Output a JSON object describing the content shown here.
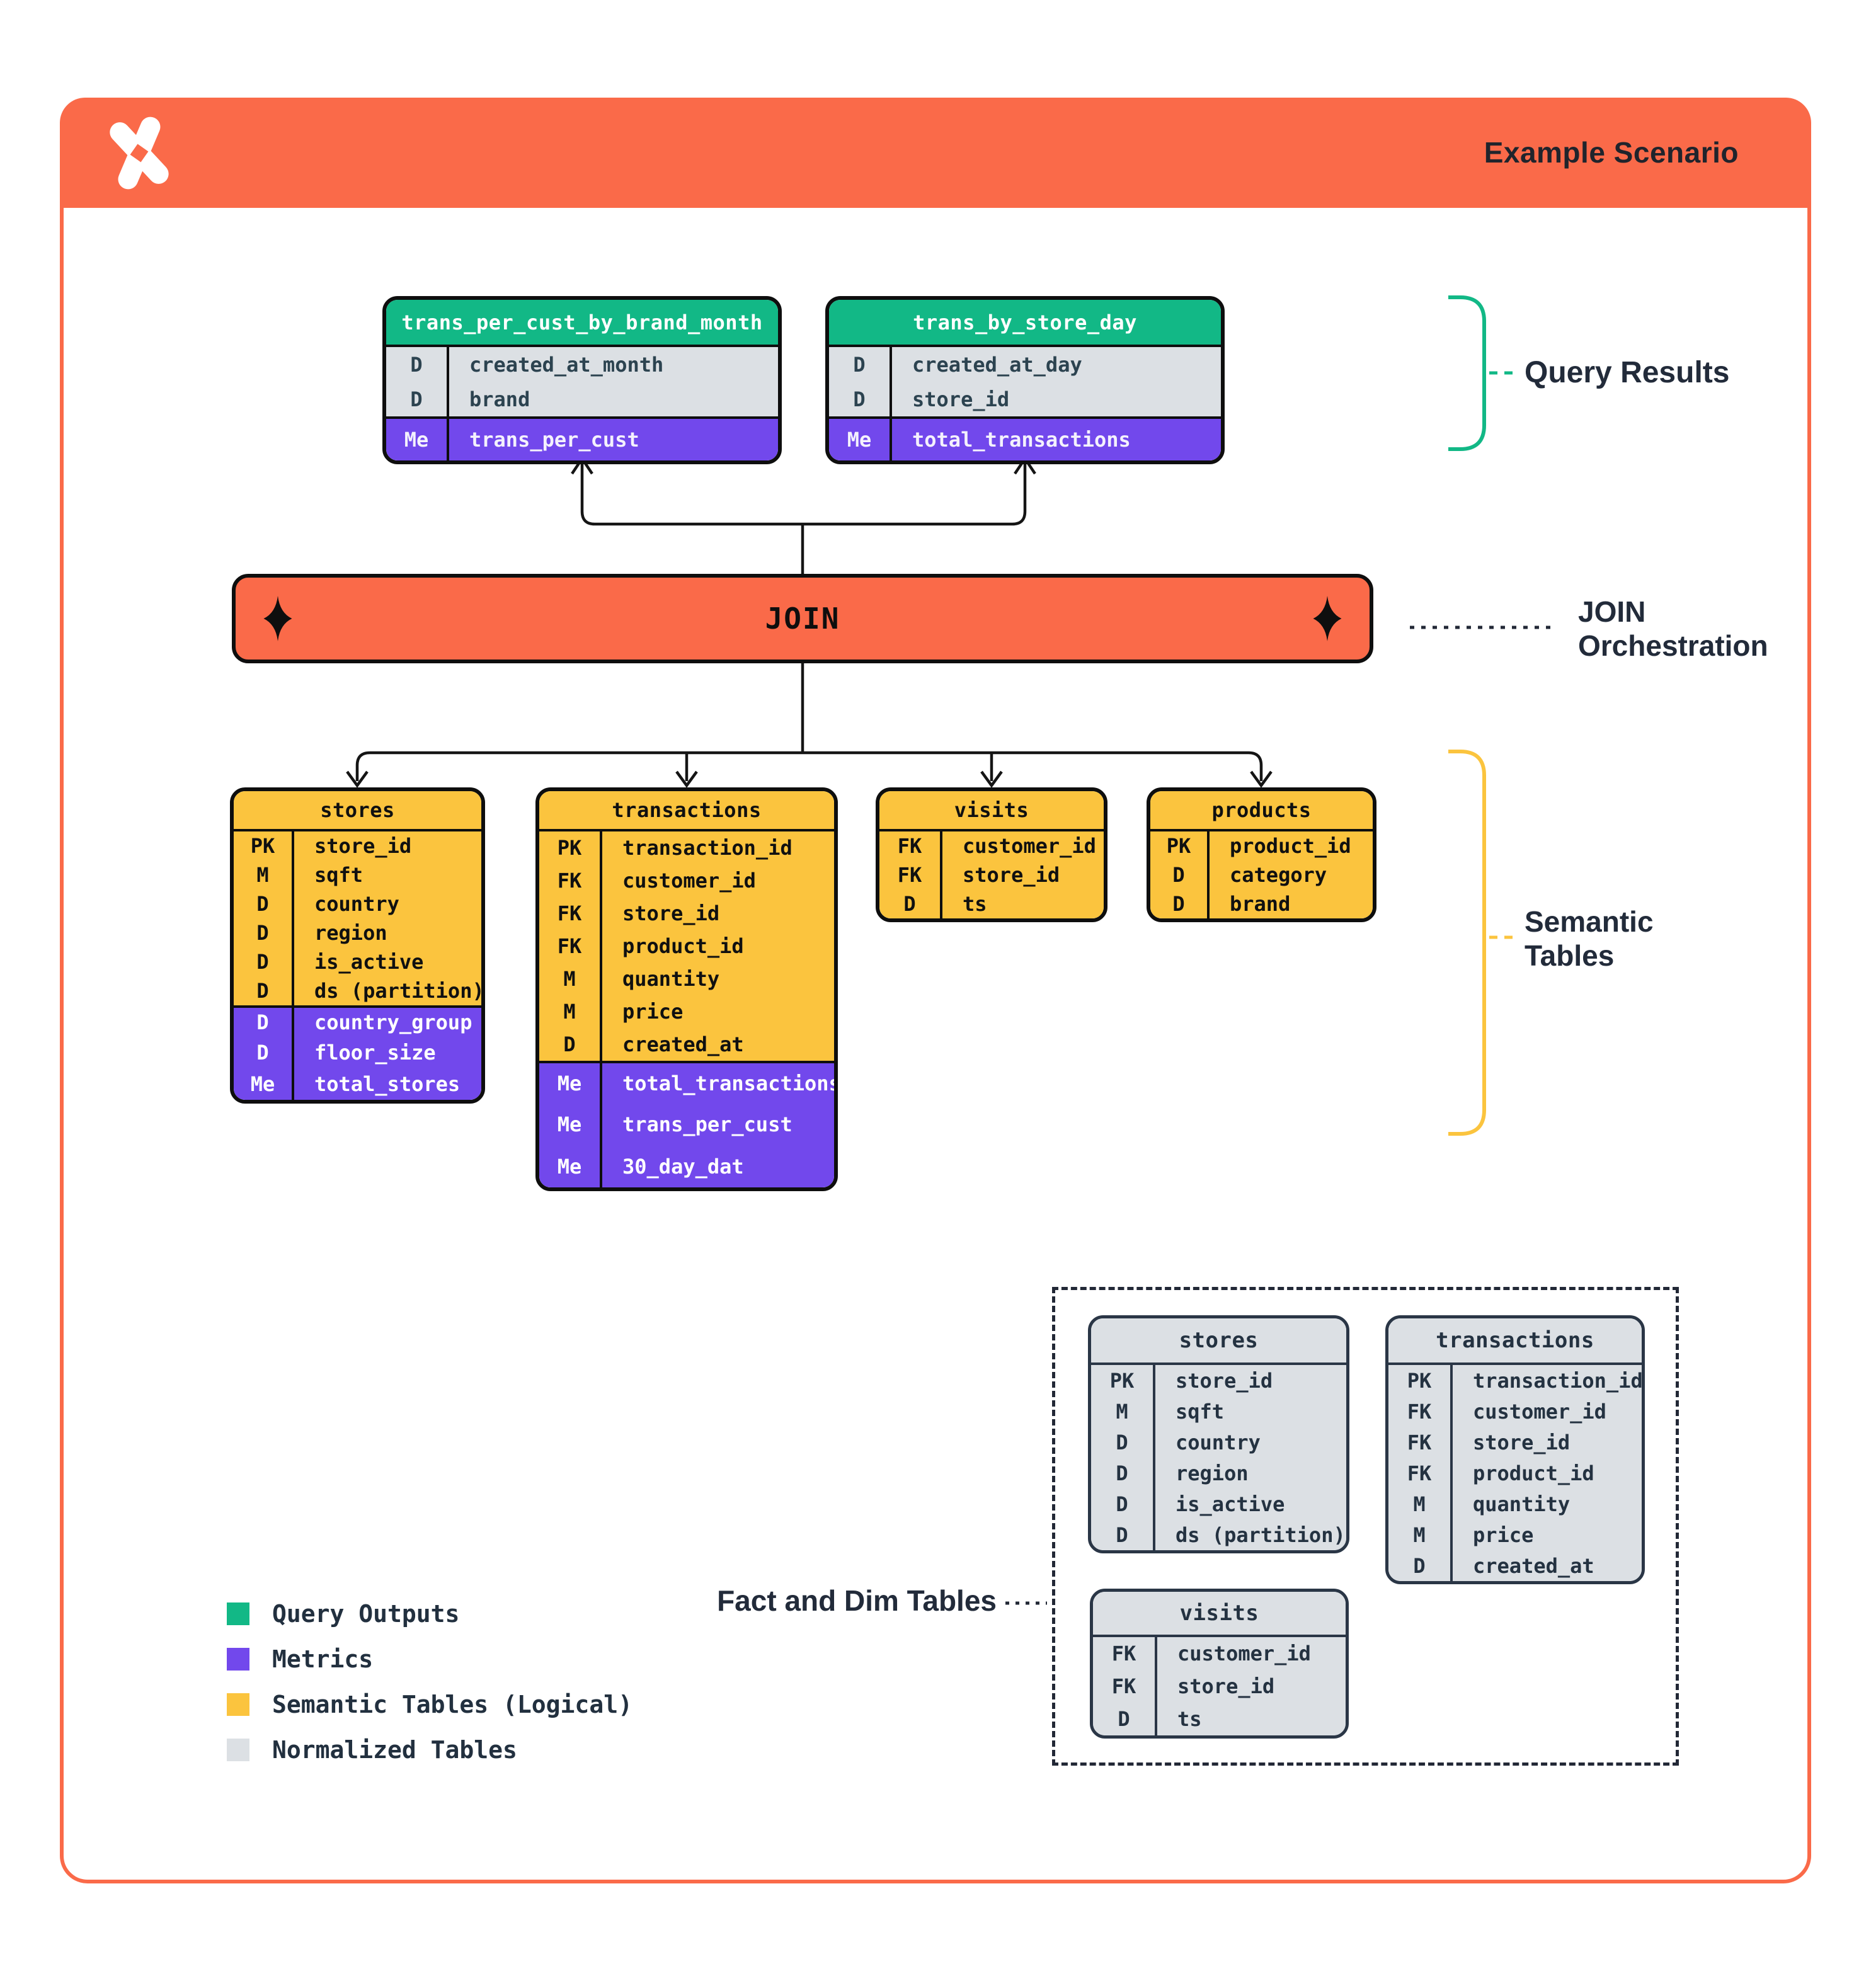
{
  "header": {
    "title": "Example Scenario",
    "logo_icon": "x-sparkle-logo"
  },
  "join": {
    "label": "JOIN"
  },
  "annotations": {
    "query_results": "Query Results",
    "join_orchestration_line1": "JOIN",
    "join_orchestration_line2": "Orchestration",
    "semantic_line1": "Semantic",
    "semantic_line2": "Tables",
    "fact_and_dim": "Fact and Dim Tables"
  },
  "colors": {
    "orange": "#FA6A49",
    "green": "#12B886",
    "purple": "#7248EC",
    "yellow": "#FBC43E",
    "gray": "#DCE0E4",
    "ink": "#0e0e0e",
    "navy": "#243241"
  },
  "diagram": {
    "tables": [
      {
        "id": "qr1",
        "kind": "result",
        "name": "trans_per_cust_by_brand_month",
        "rows": [
          {
            "key": "D",
            "field": "created_at_month",
            "metric": false
          },
          {
            "key": "D",
            "field": "brand",
            "metric": false
          },
          {
            "key": "Me",
            "field": "trans_per_cust",
            "metric": true
          }
        ]
      },
      {
        "id": "qr2",
        "kind": "result",
        "name": "trans_by_store_day",
        "rows": [
          {
            "key": "D",
            "field": "created_at_day",
            "metric": false
          },
          {
            "key": "D",
            "field": "store_id",
            "metric": false
          },
          {
            "key": "Me",
            "field": "total_transactions",
            "metric": true
          }
        ]
      },
      {
        "id": "sem_stores",
        "kind": "semantic",
        "name": "stores",
        "rows": [
          {
            "key": "PK",
            "field": "store_id",
            "metric": false
          },
          {
            "key": "M",
            "field": "sqft",
            "metric": false
          },
          {
            "key": "D",
            "field": "country",
            "metric": false
          },
          {
            "key": "D",
            "field": "region",
            "metric": false
          },
          {
            "key": "D",
            "field": "is_active",
            "metric": false
          },
          {
            "key": "D",
            "field": "ds (partition)",
            "metric": false
          },
          {
            "key": "D",
            "field": "country_group",
            "metric": true
          },
          {
            "key": "D",
            "field": "floor_size",
            "metric": true
          },
          {
            "key": "Me",
            "field": "total_stores",
            "metric": true
          }
        ]
      },
      {
        "id": "sem_transactions",
        "kind": "semantic",
        "name": "transactions",
        "rows": [
          {
            "key": "PK",
            "field": "transaction_id",
            "metric": false
          },
          {
            "key": "FK",
            "field": "customer_id",
            "metric": false
          },
          {
            "key": "FK",
            "field": "store_id",
            "metric": false
          },
          {
            "key": "FK",
            "field": "product_id",
            "metric": false
          },
          {
            "key": "M",
            "field": "quantity",
            "metric": false
          },
          {
            "key": "M",
            "field": "price",
            "metric": false
          },
          {
            "key": "D",
            "field": "created_at",
            "metric": false
          },
          {
            "key": "Me",
            "field": "total_transactions",
            "metric": true
          },
          {
            "key": "Me",
            "field": "trans_per_cust",
            "metric": true
          },
          {
            "key": "Me",
            "field": "30_day_dat",
            "metric": true
          }
        ]
      },
      {
        "id": "sem_visits",
        "kind": "semantic",
        "name": "visits",
        "rows": [
          {
            "key": "FK",
            "field": "customer_id",
            "metric": false
          },
          {
            "key": "FK",
            "field": "store_id",
            "metric": false
          },
          {
            "key": "D",
            "field": "ts",
            "metric": false
          }
        ]
      },
      {
        "id": "sem_products",
        "kind": "semantic",
        "name": "products",
        "rows": [
          {
            "key": "PK",
            "field": "product_id",
            "metric": false
          },
          {
            "key": "D",
            "field": "category",
            "metric": false
          },
          {
            "key": "D",
            "field": "brand",
            "metric": false
          }
        ]
      },
      {
        "id": "norm_stores",
        "kind": "normalized",
        "name": "stores",
        "rows": [
          {
            "key": "PK",
            "field": "store_id",
            "metric": false
          },
          {
            "key": "M",
            "field": "sqft",
            "metric": false
          },
          {
            "key": "D",
            "field": "country",
            "metric": false
          },
          {
            "key": "D",
            "field": "region",
            "metric": false
          },
          {
            "key": "D",
            "field": "is_active",
            "metric": false
          },
          {
            "key": "D",
            "field": "ds (partition)",
            "metric": false
          }
        ]
      },
      {
        "id": "norm_transactions",
        "kind": "normalized",
        "name": "transactions",
        "rows": [
          {
            "key": "PK",
            "field": "transaction_id",
            "metric": false
          },
          {
            "key": "FK",
            "field": "customer_id",
            "metric": false
          },
          {
            "key": "FK",
            "field": "store_id",
            "metric": false
          },
          {
            "key": "FK",
            "field": "product_id",
            "metric": false
          },
          {
            "key": "M",
            "field": "quantity",
            "metric": false
          },
          {
            "key": "M",
            "field": "price",
            "metric": false
          },
          {
            "key": "D",
            "field": "created_at",
            "metric": false
          }
        ]
      },
      {
        "id": "norm_visits",
        "kind": "normalized",
        "name": "visits",
        "rows": [
          {
            "key": "FK",
            "field": "customer_id",
            "metric": false
          },
          {
            "key": "FK",
            "field": "store_id",
            "metric": false
          },
          {
            "key": "D",
            "field": "ts",
            "metric": false
          }
        ]
      }
    ]
  },
  "legend": {
    "items": [
      {
        "swatch": "green",
        "label": "Query Outputs"
      },
      {
        "swatch": "purple",
        "label": "Metrics"
      },
      {
        "swatch": "yellow",
        "label": "Semantic Tables (Logical)"
      },
      {
        "swatch": "gray",
        "label": "Normalized Tables"
      }
    ]
  }
}
